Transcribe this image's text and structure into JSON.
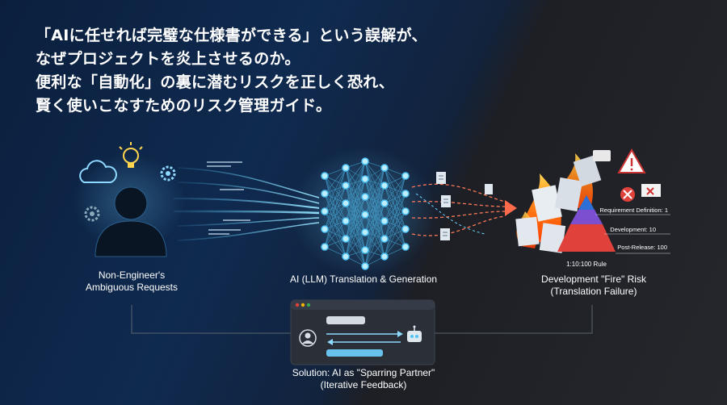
{
  "headline": {
    "line1": "「AIに任せれば完璧な仕様書ができる」という誤解が、",
    "line2": "なぜプロジェクトを炎上させるのか。",
    "line3": "便利な「自動化」の裏に潜むリスクを正しく恐れ、",
    "line4": "賢く使いこなすためのリスク管理ガイド。"
  },
  "nodes": {
    "non_engineer": {
      "line1": "Non-Engineer's",
      "line2": "Ambiguous Requests"
    },
    "ai": {
      "line1": "AI (LLM) Translation & Generation"
    },
    "risk": {
      "line1": "Development \"Fire\" Risk",
      "line2": "(Translation Failure)"
    },
    "solution": {
      "line1": "Solution: AI as \"Sparring Partner\"",
      "line2": "(Iterative Feedback)"
    }
  },
  "pyramid": {
    "tiers": [
      {
        "label": "Requirement Definition: 1",
        "value": 1,
        "color": "#2d6fd6"
      },
      {
        "label": "Development: 10",
        "value": 10,
        "color": "#7b4fd0"
      },
      {
        "label": "Post-Release: 100",
        "value": 100,
        "color": "#e0413b"
      }
    ],
    "rule": "1:10:100 Rule"
  },
  "icons": {
    "person": "person-silhouette-icon",
    "cloud": "cloud-icon",
    "bulb": "lightbulb-icon",
    "gear": "gear-icon",
    "fire": "fire-icon",
    "warning": "warning-icon",
    "error": "error-x-icon",
    "robot": "robot-icon",
    "user": "user-avatar-icon"
  },
  "colors": {
    "accent_blue": "#4fc3f7",
    "accent_red": "#e0413b",
    "fire_orange": "#ff7a1a"
  }
}
